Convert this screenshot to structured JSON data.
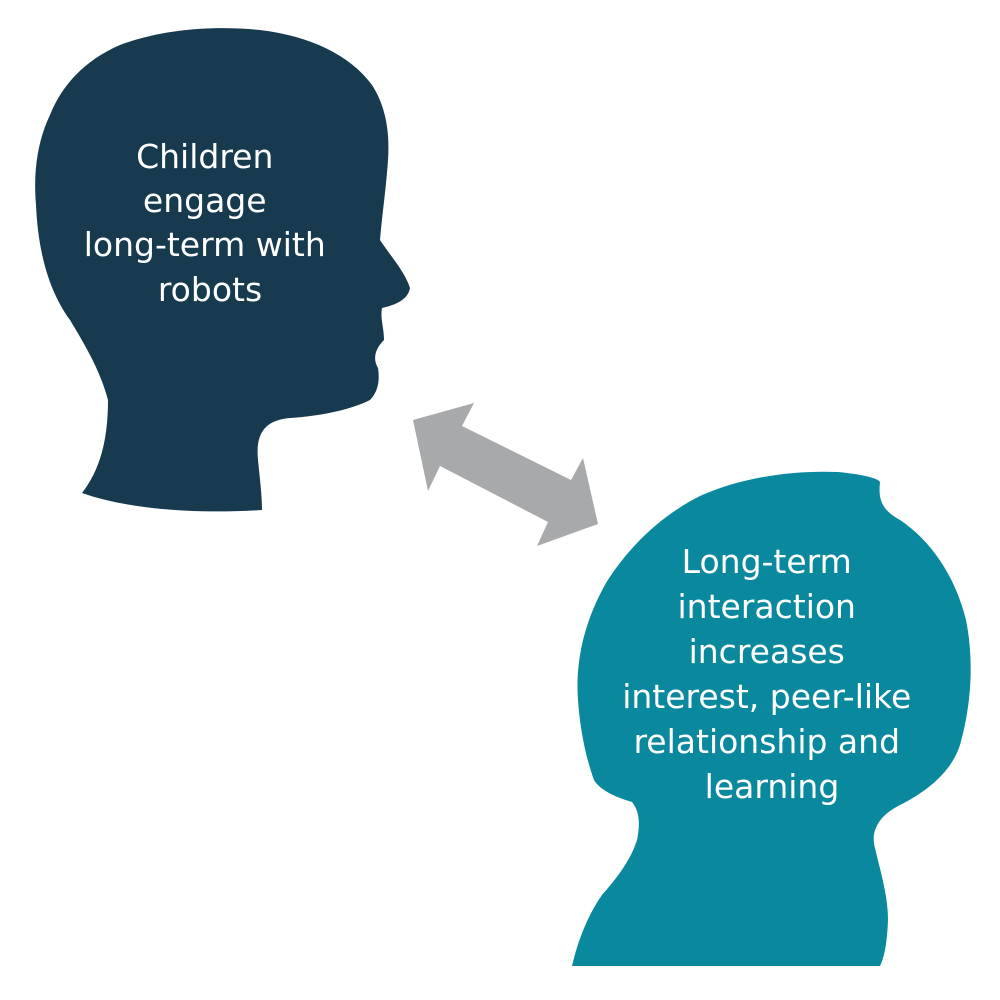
{
  "colors": {
    "background": "#ffffff",
    "child_head": "#173a4f",
    "robot_head": "#0a889d",
    "arrow": "#a7a9ab",
    "text": "#ffffff"
  },
  "icons": {
    "child": "child-head-silhouette-icon",
    "robot": "robot-head-silhouette-icon",
    "arrow": "double-headed-arrow-icon"
  },
  "child_head": {
    "lines": [
      "Children",
      "engage",
      "long-term with",
      "robots"
    ]
  },
  "robot_head": {
    "lines": [
      "Long-term",
      "interaction",
      "increases",
      "interest, peer-like",
      "relationship and",
      "learning"
    ]
  }
}
